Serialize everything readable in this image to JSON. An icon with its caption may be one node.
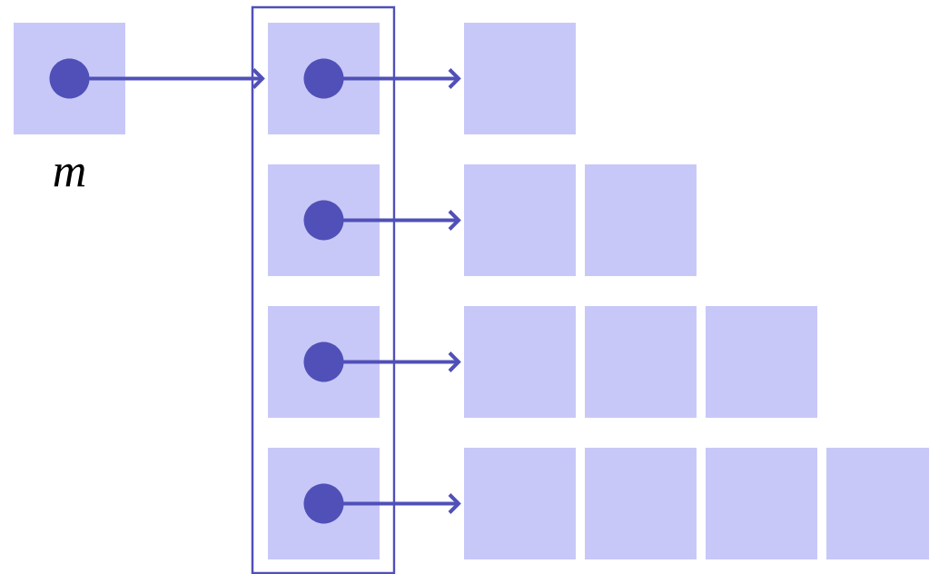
{
  "diagram": {
    "nodes": [
      {
        "text": [],
        "shape": "box",
        "beside": [
          "m"
        ]
      },
      {
        "text": [],
        "shape": "box"
      },
      {
        "text": [],
        "shape": "box",
        "in": 1
      },
      {
        "text": [],
        "shape": "box",
        "in": 1
      },
      {
        "text": [],
        "shape": "box",
        "in": 1
      },
      {
        "text": [],
        "shape": "box",
        "in": 1
      },
      {
        "text": [],
        "shape": "box"
      },
      {
        "text": [],
        "shape": "box"
      },
      {
        "text": [],
        "shape": "box"
      },
      {
        "text": [],
        "shape": "box"
      },
      {
        "text": [],
        "shape": "box"
      },
      {
        "text": [],
        "shape": "box"
      },
      {
        "text": [],
        "shape": "box"
      },
      {
        "text": [],
        "shape": "box"
      },
      {
        "text": [],
        "shape": "box"
      },
      {
        "text": [],
        "shape": "box"
      }
    ],
    "edges": [
      {
        "from": 0,
        "to": 2,
        "arrow": "to"
      },
      {
        "from": 2,
        "to": 6,
        "arrow": "to"
      },
      {
        "from": 3,
        "to": 7,
        "arrow": "to"
      },
      {
        "from": 4,
        "to": 9,
        "arrow": "to"
      },
      {
        "from": 5,
        "to": 12,
        "arrow": "to"
      }
    ]
  }
}
